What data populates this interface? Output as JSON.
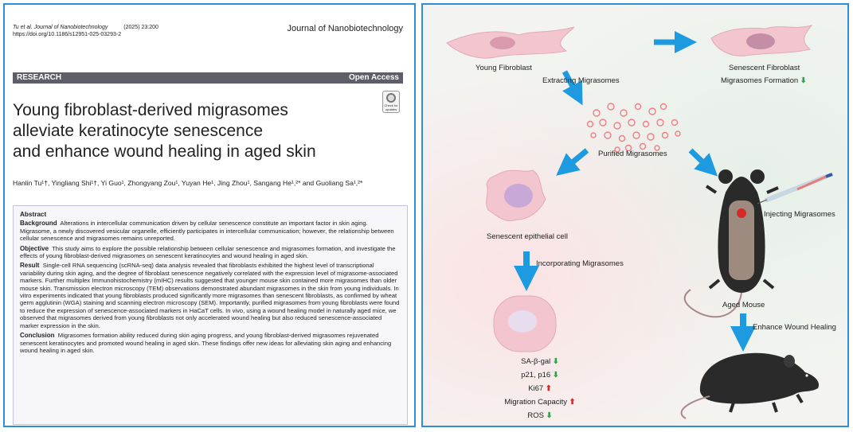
{
  "paper": {
    "citation": "Tu et al. Journal of Nanobiotechnology",
    "citation_year": "(2025) 23:200",
    "doi": "https://doi.org/10.1186/s12951-025-03293-2",
    "journal": "Journal of Nanobiotechnology",
    "article_type": "RESEARCH",
    "access": "Open Access",
    "title_lines": [
      "Young fibroblast-derived migrasomes",
      "alleviate keratinocyte senescence",
      "and enhance wound healing in aged skin"
    ],
    "authors": "Hanlin Tu¹†, Yingliang Shi¹†, Yi Guo¹, Zhongyang Zou¹, Yuyan He¹, Jing Zhou¹, Sangang He¹,²* and Guoliang Sa¹,²*",
    "crossmark": "Check for updates",
    "abstract": {
      "heading": "Abstract",
      "background_label": "Background",
      "background": "Alterations in intercellular communication driven by cellular senescence constitute an important factor in skin aging. Migrasome, a newly discovered vesicular organelle, efficiently participates in intercellular communication; however, the relationship between cellular senescence and migrasomes remains unreported.",
      "objective_label": "Objective",
      "objective": "This study aims to explore the possible relationship between cellular senescence and migrasomes formation, and investigate the effects of young fibroblast-derived migrasomes on senescent keratinocytes and wound healing in aged skin.",
      "result_label": "Result",
      "result": "Single-cell RNA sequencing (scRNA-seq) data analysis revealed that fibroblasts exhibited the highest level of transcriptional variability during skin aging, and the degree of fibroblast senescence negatively correlated with the expression level of migrasome-associated markers. Further multiplex Immunohistochemistry (mIHC) results suggested that younger mouse skin contained more migrasomes than older mouse skin. Transmission electron microscopy (TEM) observations demonstrated abundant migrasomes in the skin from young individuals. In vitro experiments indicated that young fibroblasts produced significantly more migrasomes than senescent fibroblasts, as confirmed by wheat germ agglutinin (WGA) staining and scanning electron microscopy (SEM). Importantly, purified migrasomes from young fibroblasts were found to reduce the expression of senescence-associated markers in HaCaT cells. In vivo, using a wound healing model in naturally aged mice, we observed that migrasomes derived from young fibroblasts not only accelerated wound healing but also reduced senescence-associated marker expression in the skin.",
      "conclusion_label": "Conclusion",
      "conclusion": "Migrasomes formation ability reduced during skin aging progress, and young fibroblast-derived migrasomes rejuvenated senescent keratinocytes and promoted wound healing in aged skin. These findings offer new ideas for alleviating skin aging and enhancing wound healing in aged skin."
    }
  },
  "diagram": {
    "young_fibroblast": "Young Fibroblast",
    "senescent_fibroblast": "Senescent Fibroblast",
    "migrasomes_formation": "Migrasomes Formation",
    "extracting": "Extracting Migrasomes",
    "purified": "Purified Migrasomes",
    "senescent_epithelial": "Senescent epithelial cell",
    "injecting": "Injecting Migrasomes",
    "incorporating": "Incorporating Migrasomes",
    "aged_mouse": "Aged Mouse",
    "enhance_healing": "Enhance Wound Healing",
    "markers": [
      {
        "label": "SA-β-gal",
        "direction": "down"
      },
      {
        "label": "p21, p16",
        "direction": "down"
      },
      {
        "label": "Ki67",
        "direction": "up"
      },
      {
        "label": "Migration Capacity",
        "direction": "up"
      },
      {
        "label": "ROS",
        "direction": "down"
      }
    ],
    "colors": {
      "arrow": "#1e9be0",
      "down": "#2fa24a",
      "up": "#e02424",
      "cell": "#f3c6cf",
      "nucleus": "#c48fa6",
      "mouse": "#2a2a2a"
    }
  }
}
